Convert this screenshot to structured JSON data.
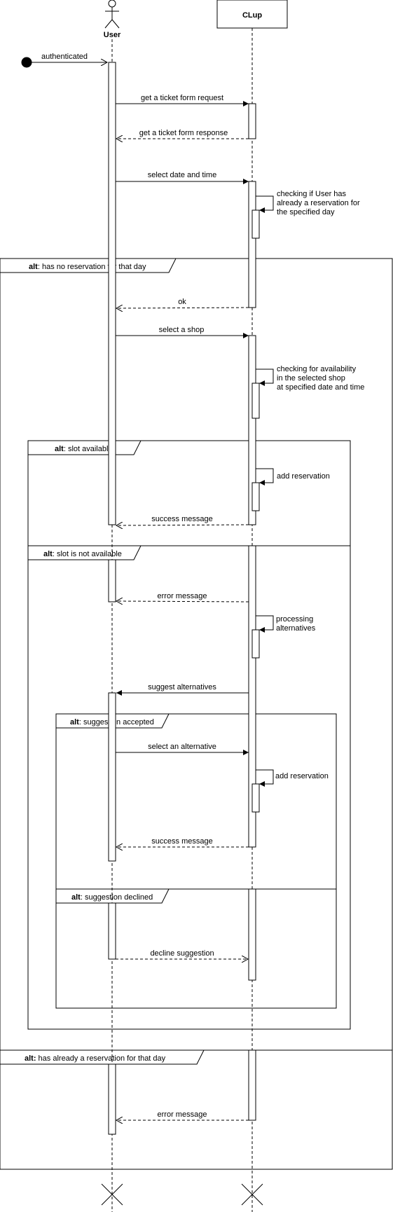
{
  "participants": {
    "user": {
      "label": "User"
    },
    "clup": {
      "label": "CLup"
    }
  },
  "messages": {
    "authenticated": "authenticated",
    "get_ticket_request": "get a ticket form request",
    "get_ticket_response": "get a ticket form response",
    "select_date_time": "select date and time",
    "check_reservation": [
      "checking if User has",
      "already a reservation for",
      "the specified day"
    ],
    "ok": "ok",
    "select_shop": "select a shop",
    "check_availability": [
      "checking for availability",
      "in the selected shop",
      "at specified date and time"
    ],
    "add_reservation_1": "add reservation",
    "success_message_1": "success message",
    "error_message_1": "error message",
    "processing_alternatives": [
      "processing",
      "alternatives"
    ],
    "suggest_alternatives": "suggest alternatives",
    "select_alternative": "select an alternative",
    "add_reservation_2": "add reservation",
    "success_message_2": "success message",
    "decline_suggestion": "decline suggestion",
    "error_message_2": "error message"
  },
  "fragments": {
    "no_reservation": {
      "keyword": "alt",
      "guard": ": has no reservation for that day"
    },
    "slot_available": {
      "keyword": "alt",
      "guard": ": slot available"
    },
    "slot_not_available": {
      "keyword": "alt",
      "guard": ": slot is not available"
    },
    "suggestion_accepted": {
      "keyword": "alt",
      "guard": ": suggestion accepted"
    },
    "suggestion_declined": {
      "keyword": "alt",
      "guard": ": suggestion declined"
    },
    "already_reservation": {
      "keyword": "alt:",
      "guard": " has already a reservation for that day"
    }
  }
}
